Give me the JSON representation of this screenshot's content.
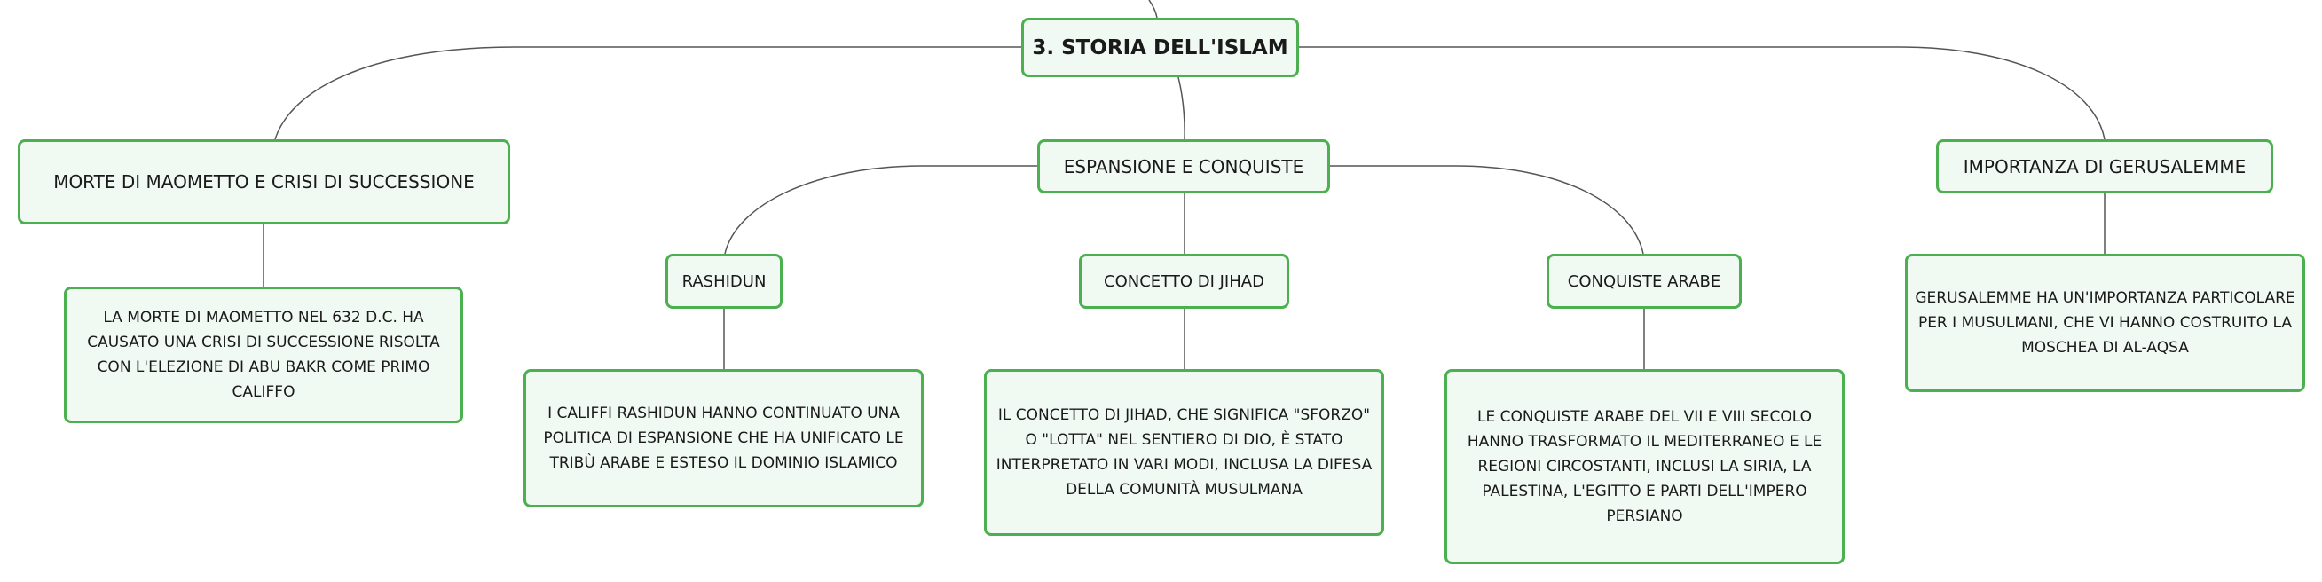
{
  "map": {
    "main_topic": "3. STORIA DELL'ISLAM",
    "branches": [
      {
        "title": "MORTE DI MAOMETTO E CRISI DI SUCCESSIONE",
        "detail": "LA MORTE DI MAOMETTO NEL 632 D.C. HA CAUSATO UNA CRISI DI SUCCESSIONE RISOLTA CON L'ELEZIONE DI ABU BAKR COME PRIMO CALIFFO"
      },
      {
        "title": "ESPANSIONE E CONQUISTE",
        "subtopics": [
          {
            "title": "RASHIDUN",
            "detail": "I CALIFFI RASHIDUN HANNO CONTINUATO UNA POLITICA DI ESPANSIONE CHE HA UNIFICATO LE TRIBÙ ARABE E ESTESO IL DOMINIO ISLAMICO"
          },
          {
            "title": "CONCETTO DI JIHAD",
            "detail": "IL CONCETTO DI JIHAD, CHE SIGNIFICA \"SFORZO\" O \"LOTTA\" NEL SENTIERO DI DIO, È STATO INTERPRETATO IN VARI MODI, INCLUSA LA DIFESA DELLA COMUNITÀ MUSULMANA"
          },
          {
            "title": "CONQUISTE ARABE",
            "detail": "LE CONQUISTE ARABE DEL VII E VIII SECOLO HANNO TRASFORMATO IL MEDITERRANEO E LE REGIONI CIRCOSTANTI, INCLUSI LA SIRIA, LA PALESTINA, L'EGITTO E PARTI DELL'IMPERO PERSIANO"
          }
        ]
      },
      {
        "title": "IMPORTANZA DI GERUSALEMME",
        "detail": "GERUSALEMME HA UN'IMPORTANZA PARTICOLARE PER I MUSULMANI, CHE VI HANNO COSTRUITO LA MOSCHEA DI AL-AQSA"
      }
    ]
  },
  "colors": {
    "node_border": "#4caf50",
    "node_fill": "#f1f9f3",
    "connector": "#555555",
    "text": "#1a1a1a"
  }
}
